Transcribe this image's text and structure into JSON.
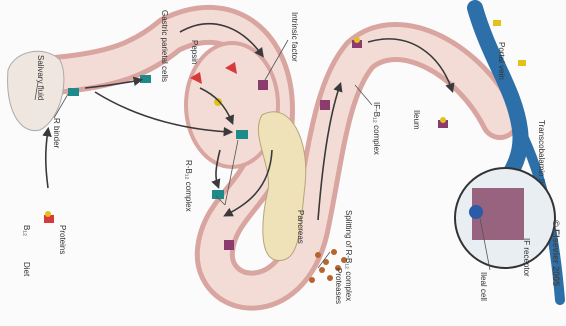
{
  "labels": {
    "salivary_fluid": "Salivary fluid",
    "r_binder": "R binder",
    "b12": "B₁₂",
    "proteins": "Proteins",
    "diet": "Diet",
    "gastric_parietal_cells": "Gastric parietal cells",
    "pepsin": "Pepsin",
    "intrinsic_factor": "Intrinsic factor",
    "r_b12_complex": "R-B₁₂ complex",
    "pancreas": "Pancreas",
    "splitting": "Splitting of R-B₁₂ complex",
    "proteases": "Proteases",
    "if_b12_complex": "IF-B₁₂ complex",
    "ileum": "Ileum",
    "portal_vein": "Portal vein",
    "transcobalamin": "Transcobalamin II",
    "ileal_cell": "Ileal cell",
    "if_receptor": "IF receptor",
    "copyright": "© Elsevier 2005"
  }
}
